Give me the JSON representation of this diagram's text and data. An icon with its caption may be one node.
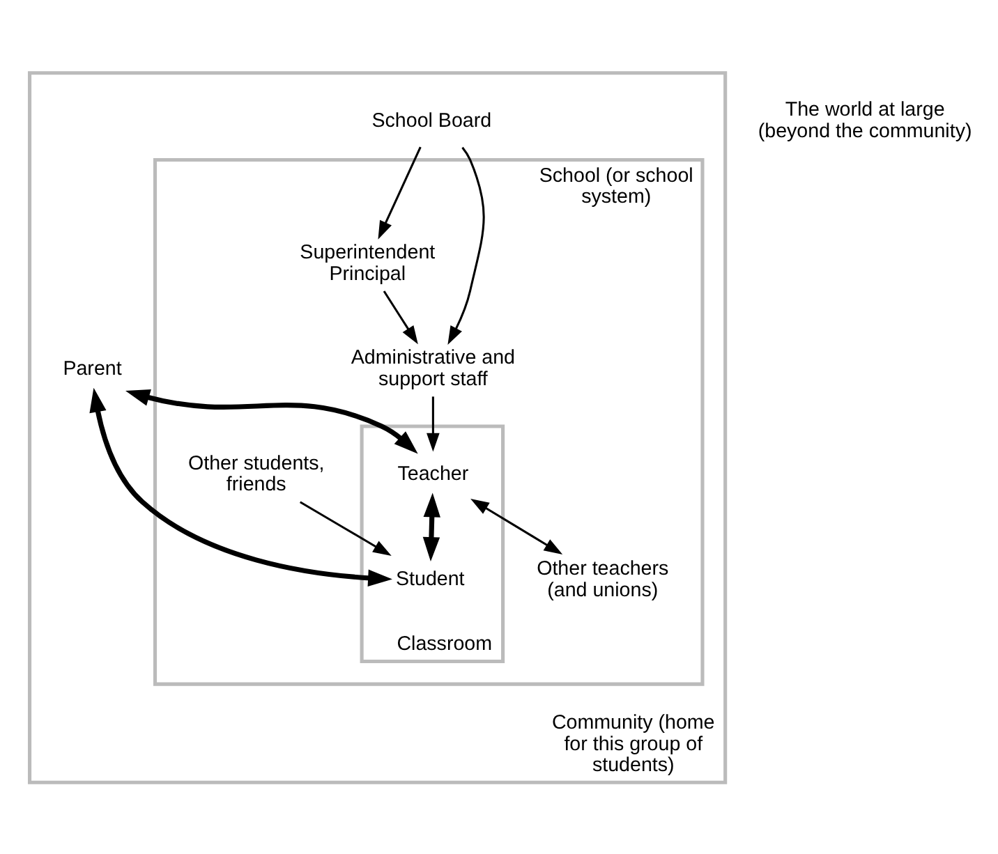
{
  "diagram": {
    "nodes": [
      {
        "text": [
          "Community (home for this group of students)"
        ]
      },
      {
        "text": [
          "School (or school system)"
        ],
        "in": 0
      },
      {
        "text": [
          "Classroom"
        ],
        "in": 1
      },
      {
        "text": [
          "School Board"
        ],
        "in": 0
      },
      {
        "text": [
          "Superintendent Principal"
        ],
        "in": 1
      },
      {
        "text": [
          "Administrative and support staff"
        ],
        "in": 1
      },
      {
        "text": [
          "Teacher"
        ],
        "in": 2
      },
      {
        "text": [
          "Student"
        ],
        "in": 2
      },
      {
        "text": [
          "Parent"
        ],
        "in": 0
      },
      {
        "text": [
          "Other teachers (and unions)"
        ],
        "in": 1
      },
      {
        "text": [
          "Other students, friends"
        ],
        "in": 1
      }
    ],
    "edges": [
      {
        "from": 3,
        "to": 4,
        "arrow": "to"
      },
      {
        "from": 3,
        "to": 5,
        "arrow": "to"
      },
      {
        "from": 4,
        "to": 5,
        "arrow": "to"
      },
      {
        "from": 5,
        "to": 6,
        "arrow": "to"
      },
      {
        "from": 6,
        "to": 9,
        "arrow": "both"
      },
      {
        "from": 10,
        "to": 7,
        "arrow": "to"
      },
      {
        "from": 6,
        "to": 7,
        "arrow": "both",
        "style": "thick"
      },
      {
        "from": 8,
        "to": 6,
        "arrow": "both",
        "style": "thick"
      },
      {
        "from": 8,
        "to": 7,
        "arrow": "both",
        "style": "thick"
      }
    ],
    "labels": [
      "The world at large (beyond the community)"
    ]
  }
}
